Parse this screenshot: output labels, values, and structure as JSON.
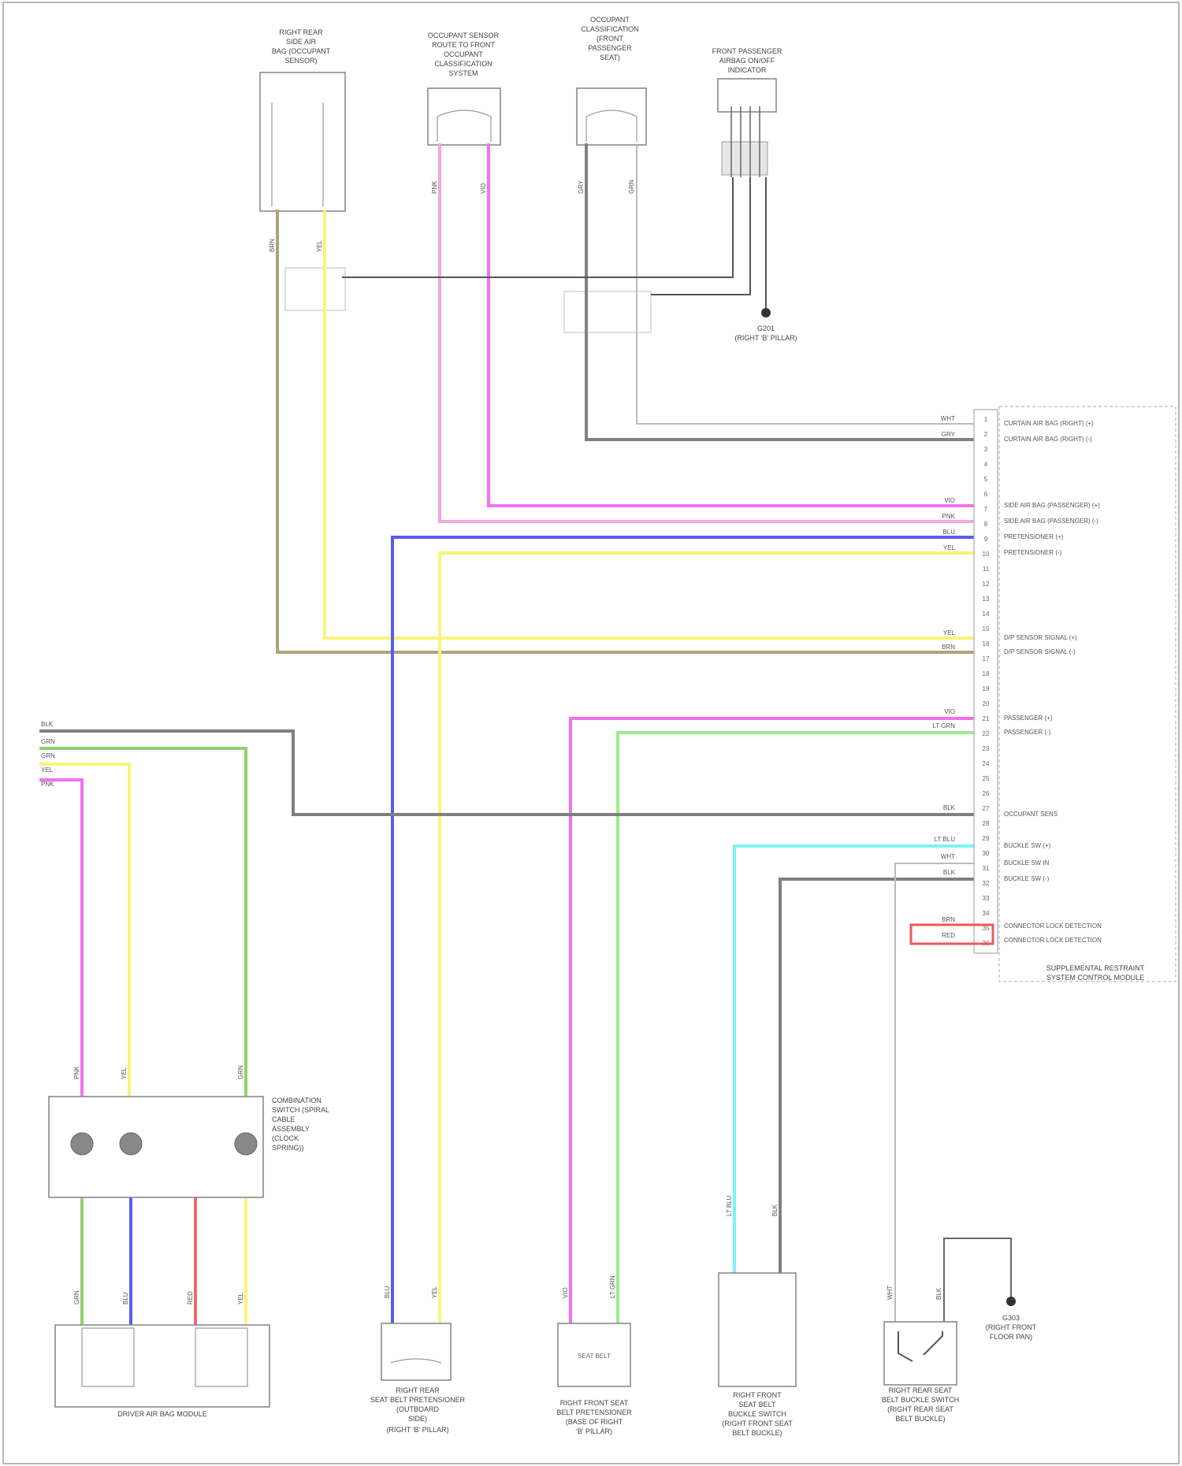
{
  "footer_code": "",
  "components": {
    "right_rear_side_airbag": [
      "RIGHT REAR",
      "SIDE AIR",
      "BAG (OCCUPANT",
      "SENSOR)"
    ],
    "occupant_sensor_module": [
      "OCCUPANT SENSOR",
      "ROUTE TO FRONT",
      "OCCUPANT",
      "CLASSIFICATION",
      "SYSTEM"
    ],
    "occupant_classification_sensor": [
      "OCCUPANT",
      "CLASSIFICATION",
      "(FRONT",
      "PASSENGER",
      "SEAT)"
    ],
    "front_passenger_airbag_on_off": [
      "FRONT PASSENGER",
      "AIRBAG ON/OFF",
      "INDICATOR"
    ],
    "ground_top": [
      "G201",
      "(RIGHT 'B' PILLAR)"
    ],
    "srs_module": [
      "SUPPLEMENTAL RESTRAINT",
      "SYSTEM CONTROL MODULE"
    ],
    "combination_switch": [
      "COMBINATION",
      "SWITCH (SPIRAL",
      "CABLE",
      "ASSEMBLY",
      "(CLOCK",
      "SPRING))"
    ],
    "driver_airbag_module": [
      "DRIVER AIR BAG MODULE"
    ],
    "right_rear_seat_belt_pretensioner": [
      "RIGHT REAR",
      "SEAT BELT PRETENSIONER",
      "(OUTBOARD",
      "SIDE)",
      "(RIGHT 'B' PILLAR)"
    ],
    "right_front_seat_belt_pretensioner": [
      "RIGHT FRONT SEAT",
      "BELT PRETENSIONER",
      "(BASE OF RIGHT",
      "'B' PILLAR)"
    ],
    "right_front_seat_belt_buckle": [
      "RIGHT FRONT",
      "SEAT BELT",
      "BUCKLE SWITCH",
      "(RIGHT FRONT SEAT",
      "BELT BUCKLE)"
    ],
    "right_rear_seat_belt_buckle": [
      "RIGHT REAR SEAT",
      "BELT BUCKLE SWITCH",
      "(RIGHT REAR SEAT",
      "BELT BUCKLE)"
    ],
    "ground_right": [
      "G303",
      "(RIGHT FRONT",
      "FLOOR PAN)"
    ],
    "belt_label": [
      "SEAT BELT"
    ]
  },
  "wire_codes": {
    "rs1": "BRN",
    "rs2": "YEL",
    "os1": "PNK",
    "os2": "VIO",
    "oc1": "GRY",
    "oc2": "GRN",
    "m1": "WHT",
    "m2": "GRY",
    "m3": "VIO",
    "m4": "PNK",
    "m5": "BLU",
    "m6": "YEL",
    "m7": "YEL",
    "m8": "BRN",
    "m9": "VIO",
    "m10": "LT GRN",
    "m11": "BLK",
    "m12": "LT BLU",
    "m13": "WHT",
    "m14": "BLK",
    "m15": "BRN",
    "m16": "RED",
    "cs1": "BLK",
    "cs2": "GRN",
    "cs3": "GRN",
    "cs4": "YEL",
    "cs5": "PNK",
    "cs_top1": "PNK",
    "cs_top2": "YEL",
    "cs_top3": "GRN",
    "da1": "GRN",
    "da2": "BLU",
    "da3": "RED",
    "da4": "YEL",
    "rr1": "BLU",
    "rr2": "YEL",
    "rf1": "VIO",
    "rf2": "LT GRN",
    "fb1": "LT BLU",
    "fb2": "BLK",
    "rb1": "WHT",
    "rb2": "BLK"
  },
  "srs_pins": [
    "1",
    "2",
    "3",
    "4",
    "5",
    "6",
    "7",
    "8",
    "9",
    "10",
    "11",
    "12",
    "13",
    "14",
    "15",
    "16",
    "17",
    "18",
    "19",
    "20",
    "21",
    "22",
    "23",
    "24",
    "25",
    "26",
    "27",
    "28",
    "29",
    "30",
    "31",
    "32",
    "33",
    "34",
    "35",
    "36"
  ],
  "srs_signals": {
    "s1": "CURTAIN AIR BAG (RIGHT) (+)",
    "s2": "CURTAIN AIR BAG (RIGHT) (-)",
    "s3": "SIDE AIR BAG (PASSENGER) (+)",
    "s4": "SIDE AIR BAG (PASSENGER) (-)",
    "s5": "PRETENSIONER (+)",
    "s6": "PRETENSIONER (-)",
    "s7": "D/P SENSOR SIGNAL (+)",
    "s8": "D/P SENSOR SIGNAL (-)",
    "s9": "PASSENGER (+)",
    "s10": "PASSENGER (-)",
    "s11": "OCCUPANT SENS",
    "s12": "BUCKLE SW (+)",
    "s13": "BUCKLE SW IN",
    "s14": "BUCKLE SW (-)",
    "s15": "CONNECTOR LOCK DETECTION",
    "s16": "CONNECTOR LOCK DETECTION"
  },
  "colors": {
    "pink": "#f272ee",
    "yellow": "#f8f57a",
    "blue": "#5a5df0",
    "green": "#8fd26e",
    "lt_green": "#98ee8a",
    "lt_blue": "#7cf2f5",
    "tan": "#b0a57a",
    "gray": "#808080",
    "dark": "#555555",
    "red": "#ee6b6b",
    "highlight": "#ea5a5a"
  }
}
